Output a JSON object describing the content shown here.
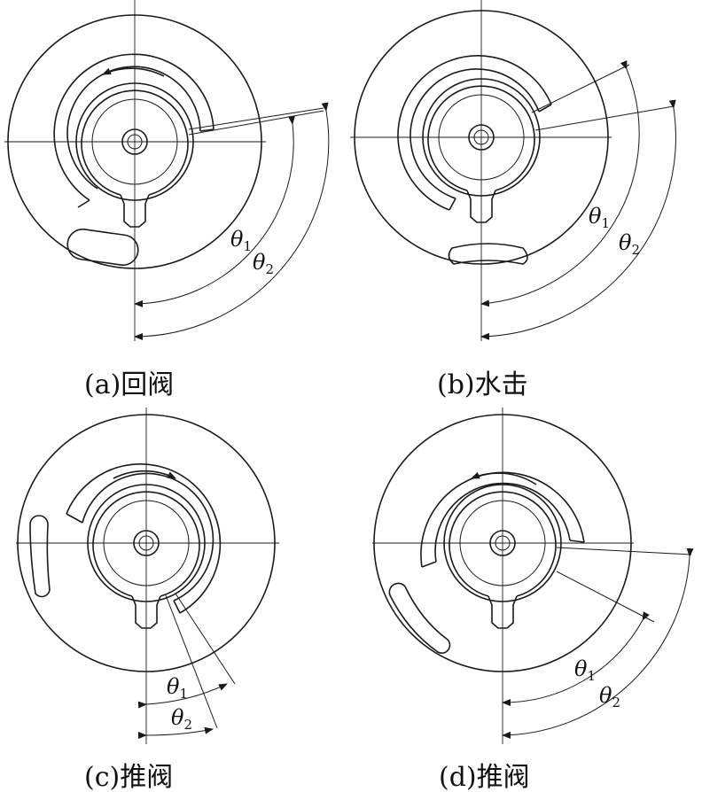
{
  "panels": [
    {
      "caption": "(a)回阀",
      "theta1": "θ",
      "theta1_sub": "1",
      "theta2": "θ",
      "theta2_sub": "2"
    },
    {
      "caption": "(b)水击",
      "theta1": "θ",
      "theta1_sub": "1",
      "theta2": "θ",
      "theta2_sub": "2"
    },
    {
      "caption": "(c)推阀",
      "theta1": "θ",
      "theta1_sub": "1",
      "theta2": "θ",
      "theta2_sub": "2"
    },
    {
      "caption": "(d)推阀",
      "theta1": "θ",
      "theta1_sub": "1",
      "theta2": "θ",
      "theta2_sub": "2"
    }
  ]
}
